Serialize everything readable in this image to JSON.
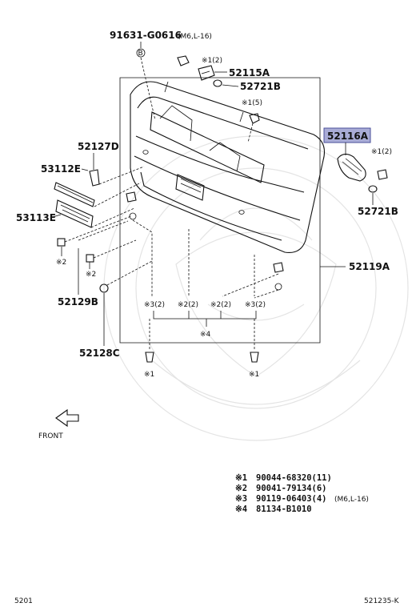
{
  "part_labels": {
    "bolt_top": "91631-G0616",
    "bolt_top_spec": "(M6,L-16)",
    "p52115A": "52115A",
    "p52721B_top": "52721B",
    "p52116A": "52116A",
    "p52721B_right": "52721B",
    "p52127D": "52127D",
    "p53112E": "53112E",
    "p53113E": "53113E",
    "p52129B": "52129B",
    "p52128C": "52128C",
    "p52119A": "52119A"
  },
  "callouts": {
    "c1_2_top": "※1(2)",
    "c1_5": "※1(5)",
    "c1_2_right": "※1(2)",
    "c2_left": "※2",
    "c2_left2": "※2",
    "c3_2_a": "※3(2)",
    "c2_2_a": "※2(2)",
    "c2_2_b": "※2(2)",
    "c3_2_b": "※3(2)",
    "c4": "※4",
    "c1_bottom_left": "※1",
    "c1_bottom_right": "※1"
  },
  "front_label": "FRONT",
  "legend": [
    {
      "mark": "※1",
      "text": "90044-68320(11)"
    },
    {
      "mark": "※2",
      "text": "90041-79134(6)"
    },
    {
      "mark": "※3",
      "text": "90119-06403(4)",
      "spec": "(M6,L-16)"
    },
    {
      "mark": "※4",
      "text": "81134-B1010"
    }
  ],
  "footer": {
    "left": "5201",
    "right": "521235-K"
  },
  "colors": {
    "highlight_fill": "#a9acd6",
    "highlight_border": "#4a4f9a",
    "line": "#111111",
    "watermark": "#e4e4e4"
  }
}
